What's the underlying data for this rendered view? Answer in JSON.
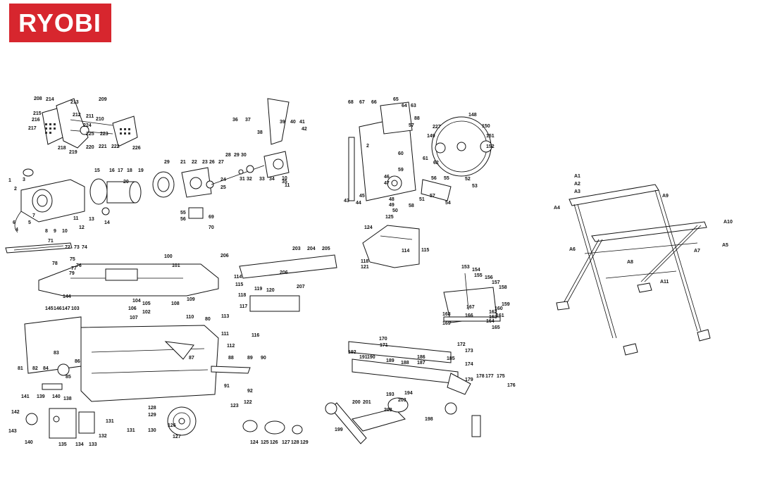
{
  "brand": {
    "logo_text": "RYOBI",
    "logo_bg": "#d7262e",
    "logo_fg": "#ffffff"
  },
  "assemblies": {
    "guard": [
      "208",
      "214",
      "213",
      "209",
      "215",
      "216",
      "217",
      "212",
      "211",
      "210",
      "224",
      "225",
      "223",
      "218",
      "219",
      "220",
      "221",
      "222",
      "226"
    ],
    "motor": [
      "1",
      "2",
      "3",
      "4",
      "5",
      "6",
      "7",
      "8",
      "9",
      "10",
      "11",
      "12",
      "13",
      "14",
      "15",
      "16",
      "17",
      "18",
      "19",
      "20"
    ],
    "arbor": [
      "29",
      "21",
      "22",
      "23",
      "26",
      "27",
      "24",
      "25",
      "28",
      "29",
      "30",
      "31",
      "32",
      "33",
      "34",
      "35",
      "36",
      "37",
      "38",
      "39",
      "40",
      "41",
      "42",
      "10",
      "11",
      "55",
      "56",
      "69",
      "70"
    ],
    "carriage": [
      "68",
      "67",
      "66",
      "65",
      "64",
      "63",
      "88",
      "57",
      "2",
      "60",
      "59",
      "61",
      "62",
      "46",
      "47",
      "43",
      "44",
      "45",
      "48",
      "49",
      "50",
      "51",
      "56",
      "57",
      "58",
      "55",
      "52",
      "53",
      "54",
      "227",
      "149",
      "148",
      "150",
      "151",
      "152"
    ],
    "rails": [
      "71",
      "72",
      "73",
      "74",
      "75",
      "76",
      "77",
      "78",
      "79"
    ],
    "table": [
      "100",
      "101",
      "206",
      "203",
      "204",
      "205",
      "206",
      "207",
      "114",
      "115",
      "116",
      "117",
      "118",
      "119",
      "120",
      "111",
      "112",
      "113",
      "144",
      "145",
      "146",
      "147",
      "103",
      "104",
      "105",
      "106",
      "102",
      "107",
      "108",
      "109",
      "110",
      "80",
      "81",
      "82",
      "83",
      "84",
      "85",
      "86",
      "87",
      "88",
      "89",
      "90",
      "91",
      "92",
      "122",
      "123",
      "124",
      "125",
      "114",
      "115",
      "118",
      "121"
    ],
    "base": [
      "141",
      "139",
      "140",
      "138",
      "142",
      "143",
      "140",
      "135",
      "134",
      "133",
      "132",
      "131",
      "128",
      "129",
      "130",
      "131",
      "126",
      "127",
      "124",
      "125",
      "126",
      "127",
      "128",
      "129"
    ],
    "bevel": [
      "153",
      "154",
      "155",
      "156",
      "157",
      "158",
      "159",
      "160",
      "161",
      "162",
      "163",
      "164",
      "165",
      "166",
      "167",
      "168",
      "169"
    ],
    "fence": [
      "170",
      "171",
      "172",
      "173",
      "174",
      "175",
      "176",
      "177",
      "178",
      "179",
      "192",
      "191",
      "190",
      "189",
      "188",
      "187",
      "186",
      "185",
      "193",
      "194",
      "198",
      "199",
      "200",
      "201",
      "202",
      "203"
    ],
    "stand": [
      "A1",
      "A2",
      "A3",
      "A4",
      "A5",
      "A6",
      "A7",
      "A8",
      "A9",
      "A10",
      "A11"
    ]
  }
}
